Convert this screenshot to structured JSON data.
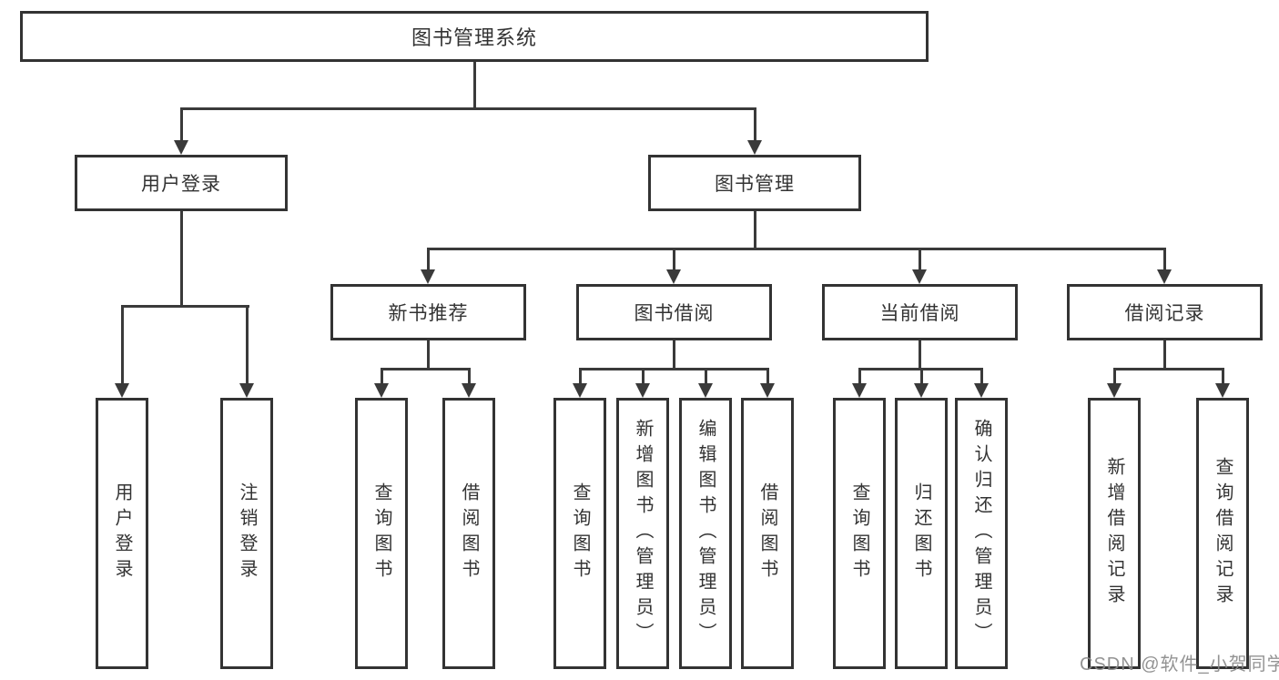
{
  "org": {
    "root": "图书管理系统",
    "level1": [
      "用户登录",
      "图书管理"
    ],
    "level2": [
      "新书推荐",
      "图书借阅",
      "当前借阅",
      "借阅记录"
    ],
    "group_user": [
      "用户登录",
      "注销登录"
    ],
    "group_newbook": [
      "查询图书",
      "借阅图书"
    ],
    "group_borrow": [
      "查询图书",
      "新增图书（管理员）",
      "编辑图书（管理员）",
      "借阅图书"
    ],
    "group_current": [
      "查询图书",
      "归还图书",
      "确认归还（管理员）"
    ],
    "group_records": [
      "新增借阅记录",
      "查询借阅记录"
    ]
  },
  "watermark": "CSDN @软件_小贺同学",
  "colors": {
    "line": "#3a3a3a",
    "box_border": "#333333",
    "text": "#333333",
    "watermark": "#8a8a8a",
    "background": "#ffffff"
  }
}
